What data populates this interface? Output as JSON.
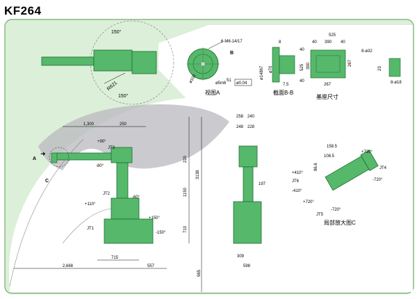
{
  "title": "KF264",
  "top_view": {
    "angle_top": "150°",
    "angle_bottom": "150°",
    "radius": "R621"
  },
  "view_a": {
    "bolt_spec": "6-M6-14/17",
    "callout": "B",
    "dia_pcd": "ø102",
    "fit": "ø5m6",
    "depth": "51",
    "tol": "ø0.04",
    "caption": "视图A"
  },
  "section_bb": {
    "d1": "ø148h7",
    "d2": "ø70",
    "d3": "8",
    "d4": "7.5",
    "caption": "截面B-B"
  },
  "base": {
    "w_total": "525",
    "w_inner": "390",
    "left_40a": "40",
    "right_40a": "40",
    "h_525": "525",
    "h_390": "390",
    "side_40a": "40",
    "side_40b": "40",
    "bottom_267": "267",
    "hole_spec": "8-ø32",
    "hole_small": "8-ø18",
    "thickness": "23",
    "caption": "基座尺寸"
  },
  "side_view": {
    "reach_top": "1,300",
    "offset_top": "250",
    "label_a": "A",
    "label_c": "C",
    "j3_up": "+90°",
    "j3": "JT3",
    "j3_down": "-80°",
    "j2": "JT2",
    "j2_fwd": "+110°",
    "j2_back": "-60°",
    "j1": "JT1",
    "j1_pos": "+150°",
    "j1_neg": "-150°",
    "dim_220": "220",
    "dim_3138": "3138",
    "dim_1150": "1150",
    "dim_710": "710",
    "dim_965": "965",
    "dim_715": "715",
    "dim_557": "557",
    "dim_2668": "2,668"
  },
  "front_view": {
    "w_258": "258",
    "w_240": "240",
    "w_248": "248",
    "w_228": "228",
    "side_197": "197",
    "base_309": "309",
    "base_598": "598"
  },
  "wrist": {
    "dim_158": "158.5",
    "dim_108": "108.5",
    "dim_86": "86.6",
    "j4": "JT4",
    "j4_pos": "+720°",
    "j4_neg": "-720°",
    "j5": "JT5",
    "j5_pos": "+410°",
    "j5_neg": "-410°",
    "j6": "JT6",
    "j6_pos": "+720°",
    "j6_neg": "-720°",
    "caption": "局部放大图C"
  },
  "colors": {
    "frame_fill": "#dcefd8",
    "frame_border": "#6fae6a",
    "robot_green": "#56b86a",
    "robot_dark": "#1f6b32",
    "reach_grey": "#b9b9bf"
  }
}
